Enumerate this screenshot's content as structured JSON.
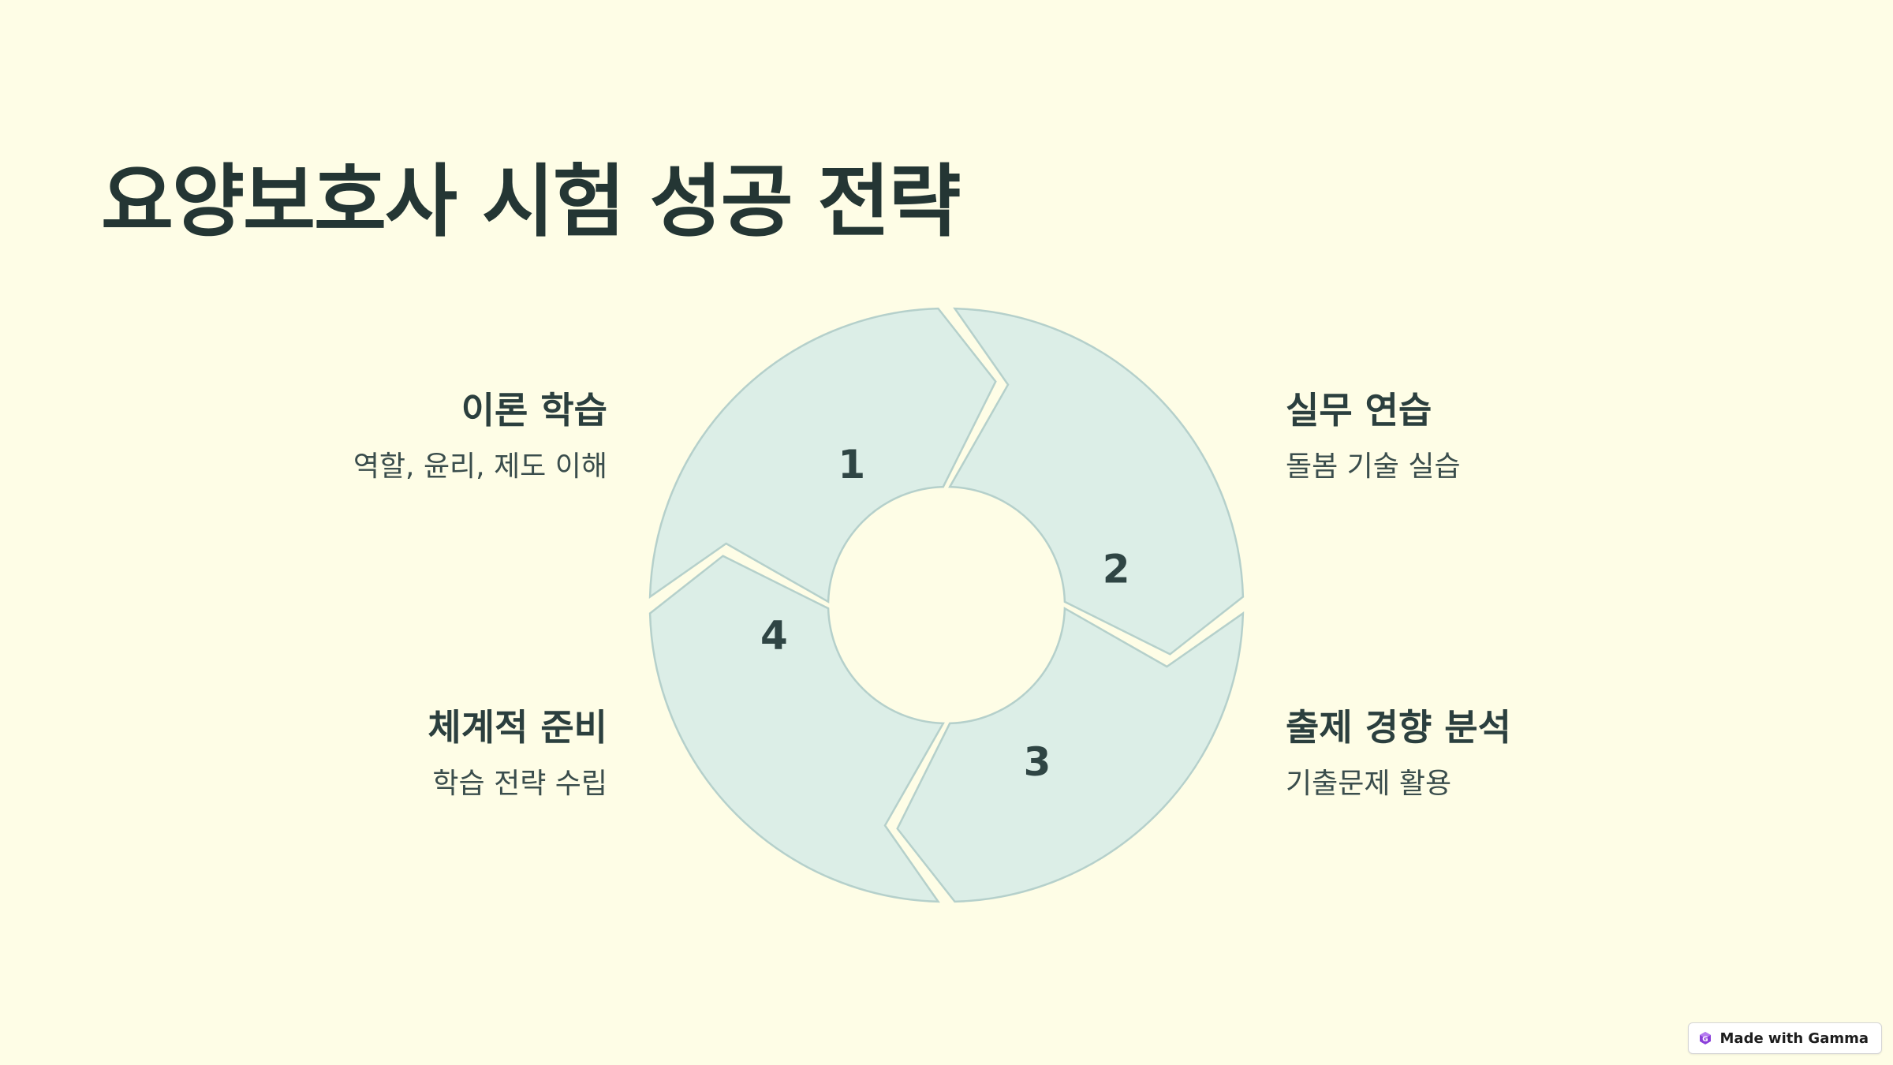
{
  "title": "요양보호사 시험 성공 전략",
  "steps": [
    {
      "number": "1",
      "title": "이론 학습",
      "description": "역할, 윤리, 제도 이해"
    },
    {
      "number": "2",
      "title": "실무 연습",
      "description": "돌봄 기술 실습"
    },
    {
      "number": "3",
      "title": "출제 경향 분석",
      "description": "기출문제 활용"
    },
    {
      "number": "4",
      "title": "체계적 준비",
      "description": "학습 전략 수립"
    }
  ],
  "colors": {
    "background": "#fefde6",
    "segment_fill": "#dceee7",
    "segment_stroke": "#b5d0cb",
    "text": "#283c3b"
  },
  "badge": {
    "label": "Made with Gamma",
    "icon": "gamma-logo-icon"
  }
}
